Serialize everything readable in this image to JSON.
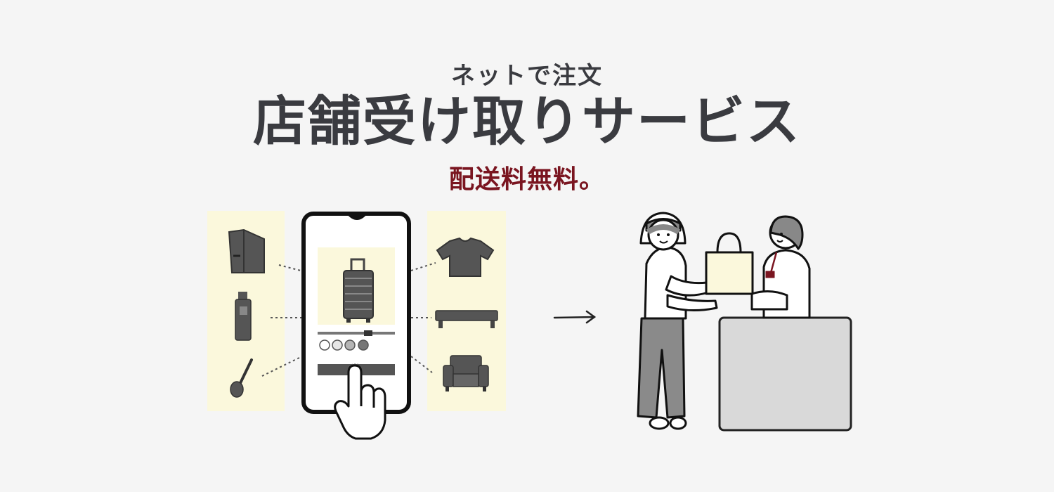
{
  "banner": {
    "subtitle": "ネットで注文",
    "title": "店舗受け取りサービス",
    "tagline": "配送料無料。"
  },
  "colors": {
    "background": "#f5f5f5",
    "heading": "#3a3b40",
    "accent": "#7a1520",
    "panel": "#fbf8dc"
  },
  "icons": [
    "file-box-icon",
    "bottle-icon",
    "spoon-icon",
    "smartphone-icon",
    "suitcase-icon",
    "tapping-hand-icon",
    "t-shirt-icon",
    "bench-icon",
    "armchair-icon",
    "arrow-right-icon",
    "customer-icon",
    "staff-icon",
    "shopping-bag-icon",
    "counter-icon"
  ]
}
